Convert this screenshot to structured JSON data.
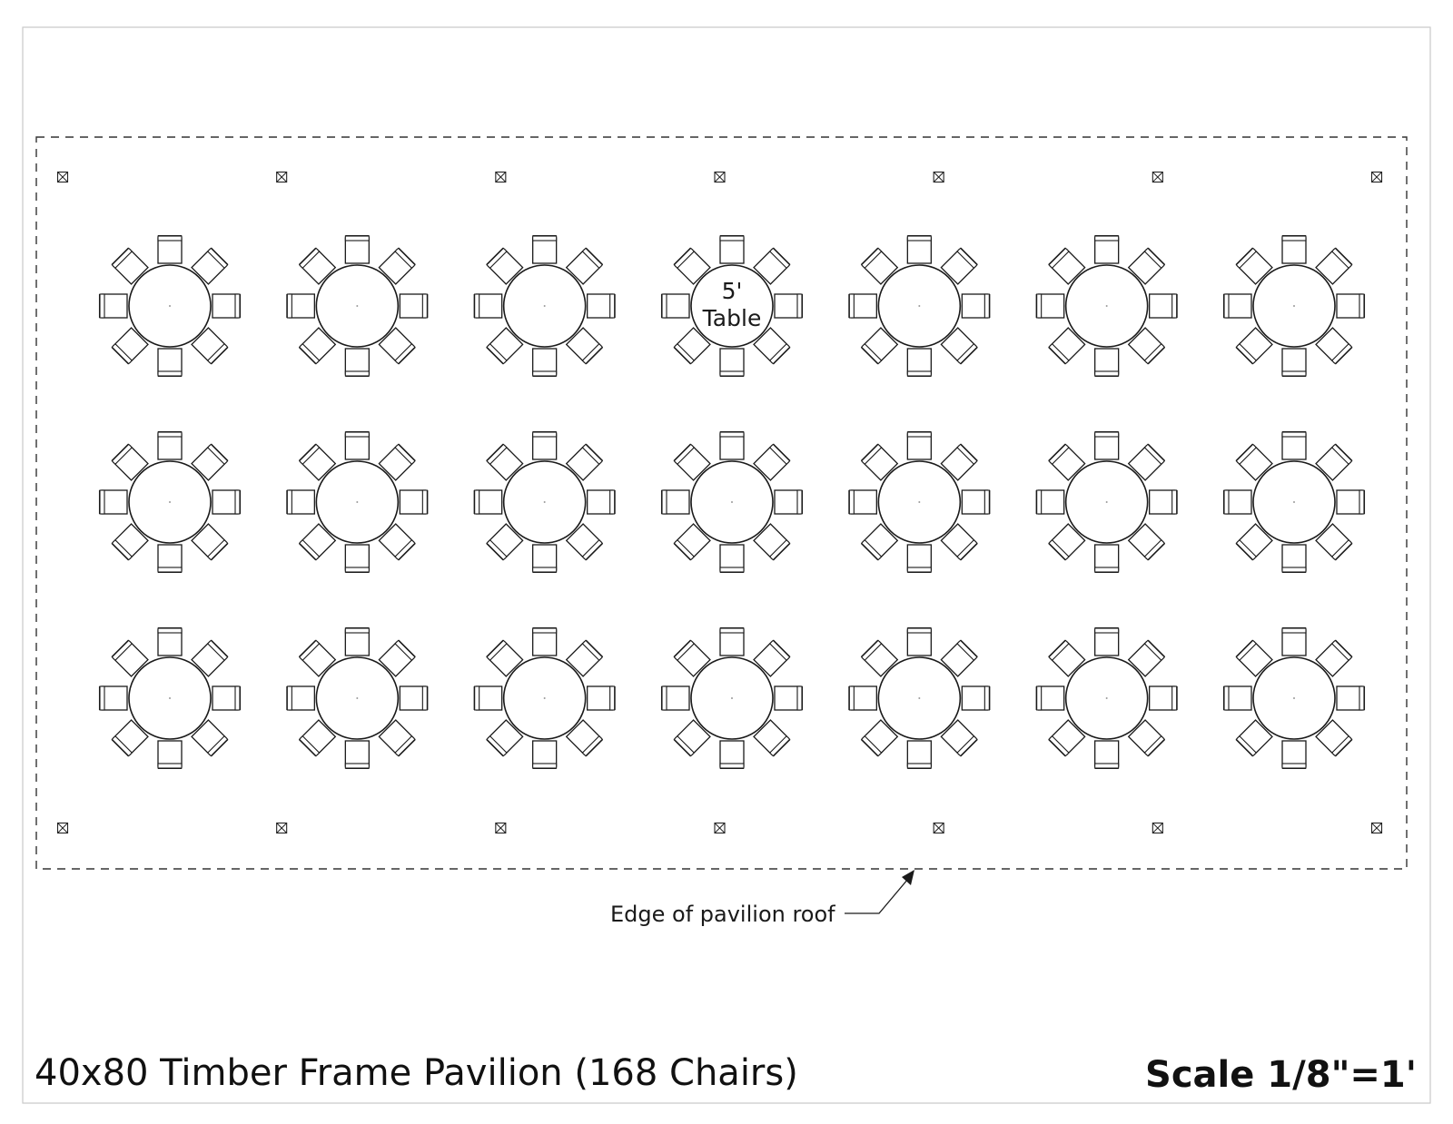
{
  "drawing": {
    "title": "40x80 Timber Frame Pavilion (168 Chairs)",
    "scale": "Scale 1/8\"=1'",
    "callout": "Edge of pavilion roof",
    "table_label_line1": "5'",
    "table_label_line2": "Table"
  },
  "layout": {
    "table_rows": 3,
    "tables_per_row": 7,
    "chairs_per_table": 8,
    "posts_per_side": 7,
    "labeled_table": {
      "row": 0,
      "col": 3
    }
  },
  "colors": {
    "line": "#1a1a1a",
    "background": "#ffffff"
  }
}
